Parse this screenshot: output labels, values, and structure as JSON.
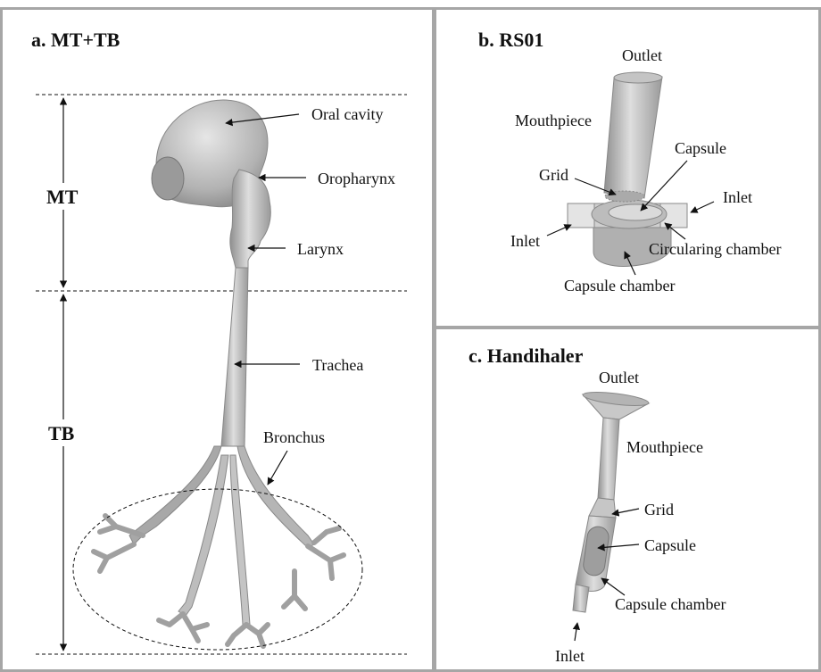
{
  "panel_a": {
    "title": "a. MT+TB",
    "region_mt": "MT",
    "region_tb": "TB",
    "labels": {
      "oral_cavity": "Oral cavity",
      "oropharynx": "Oropharynx",
      "larynx": "Larynx",
      "trachea": "Trachea",
      "bronchus": "Bronchus"
    }
  },
  "panel_b": {
    "title": "b. RS01",
    "labels": {
      "outlet": "Outlet",
      "mouthpiece": "Mouthpiece",
      "capsule": "Capsule",
      "grid": "Grid",
      "inlet_right": "Inlet",
      "inlet_left": "Inlet",
      "circulating_chamber": "Circularing chamber",
      "capsule_chamber": "Capsule chamber"
    }
  },
  "panel_c": {
    "title": "c. Handihaler",
    "labels": {
      "outlet": "Outlet",
      "mouthpiece": "Mouthpiece",
      "grid": "Grid",
      "capsule": "Capsule",
      "capsule_chamber": "Capsule chamber",
      "inlet": "Inlet"
    }
  },
  "colors": {
    "border": "#a6a6a6",
    "model_fill": "#b8b8b8",
    "model_dark": "#8f8f8f",
    "model_light": "#dcdcdc"
  }
}
